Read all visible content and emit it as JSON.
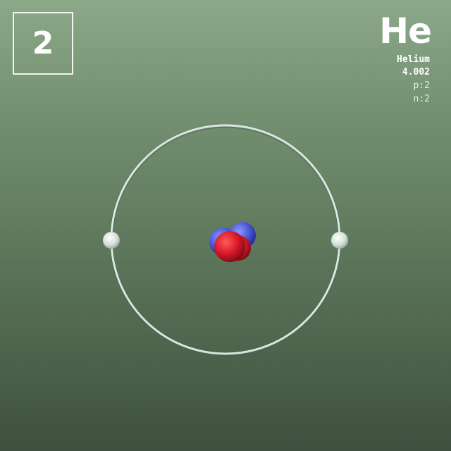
{
  "element": {
    "atomic_number": "2",
    "symbol": "He",
    "name": "Helium",
    "atomic_mass": "4.002",
    "protons_label": "p:2",
    "neutrons_label": "n:2"
  },
  "model": {
    "electron_count": 2,
    "proton_count": 2,
    "neutron_count": 2
  },
  "colors": {
    "proton": "#d8192a",
    "neutron": "#4a57d6",
    "electron": "#e4ebe6",
    "orbit": "#cfe0d8"
  }
}
